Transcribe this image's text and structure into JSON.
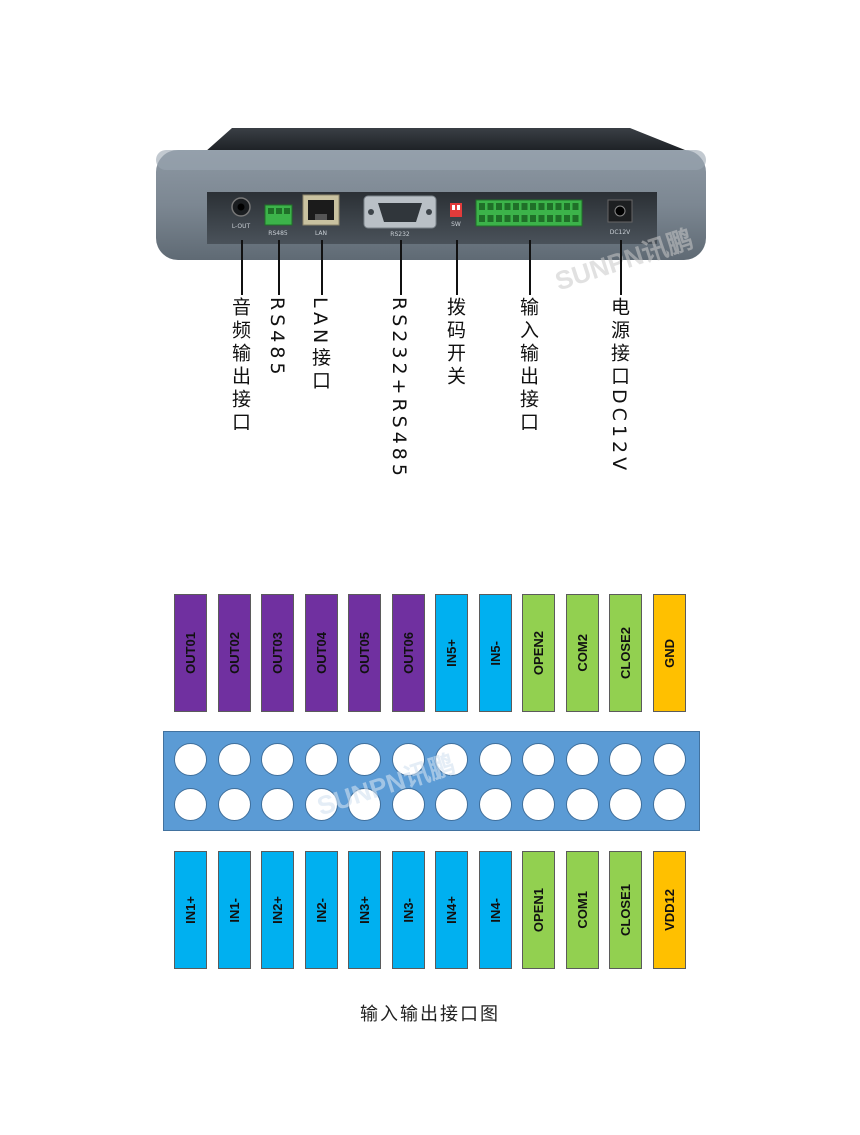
{
  "device": {
    "panel_labels": {
      "lout": "L-OUT",
      "rs485": "RS485",
      "lan": "LAN",
      "rs232": "RS232",
      "sw": "SW",
      "dc12v": "DC12V"
    },
    "watermark": "SUNPN讯鹏"
  },
  "callouts": [
    {
      "label": "音频输出接口"
    },
    {
      "label": "RS485"
    },
    {
      "label": "LAN接口"
    },
    {
      "label": "RS232+RS485"
    },
    {
      "label": "拨码开关"
    },
    {
      "label": "输入输出接口"
    },
    {
      "label": "电源接口DC12V"
    }
  ],
  "colors": {
    "out": "#7030a0",
    "in": "#00b0f0",
    "relay": "#92d050",
    "power": "#ffc000",
    "block": "#5b9bd5"
  },
  "top_row": [
    {
      "label": "OUT01",
      "group": "out"
    },
    {
      "label": "OUT02",
      "group": "out"
    },
    {
      "label": "OUT03",
      "group": "out"
    },
    {
      "label": "OUT04",
      "group": "out"
    },
    {
      "label": "OUT05",
      "group": "out"
    },
    {
      "label": "OUT06",
      "group": "out"
    },
    {
      "label": "IN5+",
      "group": "in"
    },
    {
      "label": "IN5-",
      "group": "in"
    },
    {
      "label": "OPEN2",
      "group": "relay"
    },
    {
      "label": "COM2",
      "group": "relay"
    },
    {
      "label": "CLOSE2",
      "group": "relay"
    },
    {
      "label": "GND",
      "group": "power"
    }
  ],
  "bottom_row": [
    {
      "label": "IN1+",
      "group": "in"
    },
    {
      "label": "IN1-",
      "group": "in"
    },
    {
      "label": "IN2+",
      "group": "in"
    },
    {
      "label": "IN2-",
      "group": "in"
    },
    {
      "label": "IN3+",
      "group": "in"
    },
    {
      "label": "IN3-",
      "group": "in"
    },
    {
      "label": "IN4+",
      "group": "in"
    },
    {
      "label": "IN4-",
      "group": "in"
    },
    {
      "label": "OPEN1",
      "group": "relay"
    },
    {
      "label": "COM1",
      "group": "relay"
    },
    {
      "label": "CLOSE1",
      "group": "relay"
    },
    {
      "label": "VDD12",
      "group": "power"
    }
  ],
  "caption": "输入输出接口图"
}
